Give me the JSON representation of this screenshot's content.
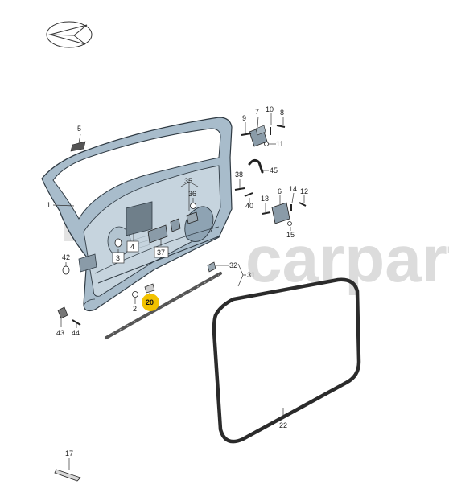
{
  "watermark": {
    "text": "carpart"
  },
  "highlight_color": "#f2c200",
  "door_color": "#a8bccb",
  "seal_color": "#2b2b2b",
  "callouts": {
    "c1": "1",
    "c2": "2",
    "c3": "3",
    "c4": "4",
    "c5": "5",
    "c6": "6",
    "c7": "7",
    "c8": "8",
    "c9": "9",
    "c10": "10",
    "c11": "11",
    "c12": "12",
    "c13": "13",
    "c14": "14",
    "c15": "15",
    "c17": "17",
    "c20": "20",
    "c22": "22",
    "c31": "31",
    "c32": "32",
    "c35": "35",
    "c36": "36",
    "c37": "37",
    "c38": "38",
    "c40": "40",
    "c42": "42",
    "c43": "43",
    "c44": "44",
    "c45": "45"
  }
}
